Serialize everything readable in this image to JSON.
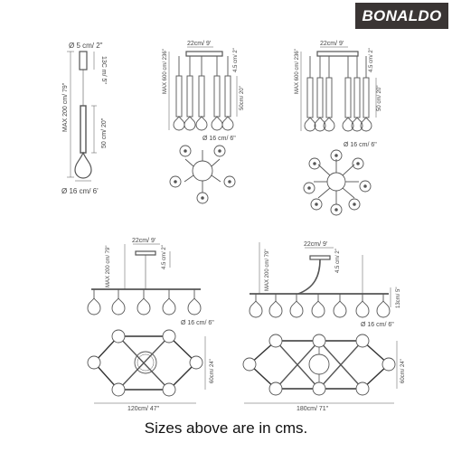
{
  "brand": {
    "logo_text": "BONALDO"
  },
  "caption": "Sizes above are in cms.",
  "single_pendant": {
    "rose": "Ø 5 cm/ 2\"",
    "rose_height": "13C m/ 5\"",
    "max_length": "MAX 200 cm/ 79\"",
    "body_length": "50 cm/ 20\"",
    "globe": "Ø 16 cm/ 6'"
  },
  "cluster_6": {
    "canopy": "22cm/ 9'",
    "max_length": "MAX 600 cm/ 236\"",
    "canopy_height": "4.5 cm/ 2\"",
    "body_length": "50cm/ 20\"",
    "globe": "Ø 16 cm/ 6\""
  },
  "cluster_8": {
    "canopy": "22cm/ 9'",
    "max_length": "MAX 600 cm/ 236\"",
    "canopy_height": "4.5 cm/ 2\"",
    "body_length": "50 cm/ 20\"",
    "globe": "Ø 16 cm/ 6\""
  },
  "linear_120": {
    "canopy": "22cm/ 9'",
    "max_length": "MAX 200 cm/ 79\"",
    "canopy_height": "4.5 cm/ 2\"",
    "globe": "Ø 16 cm/ 6\"",
    "depth": "60cm/ 24\"",
    "width": "120cm/ 47\""
  },
  "linear_180": {
    "canopy": "22cm/ 9'",
    "max_length": "MAX 200 cm/ 79\"",
    "canopy_height": "4.5 cm/ 2\"",
    "drop": "13cm/ 5\"",
    "globe": "Ø 16 cm/ 6\"",
    "depth": "60cm/ 24\"",
    "width": "180cm/ 71\""
  }
}
